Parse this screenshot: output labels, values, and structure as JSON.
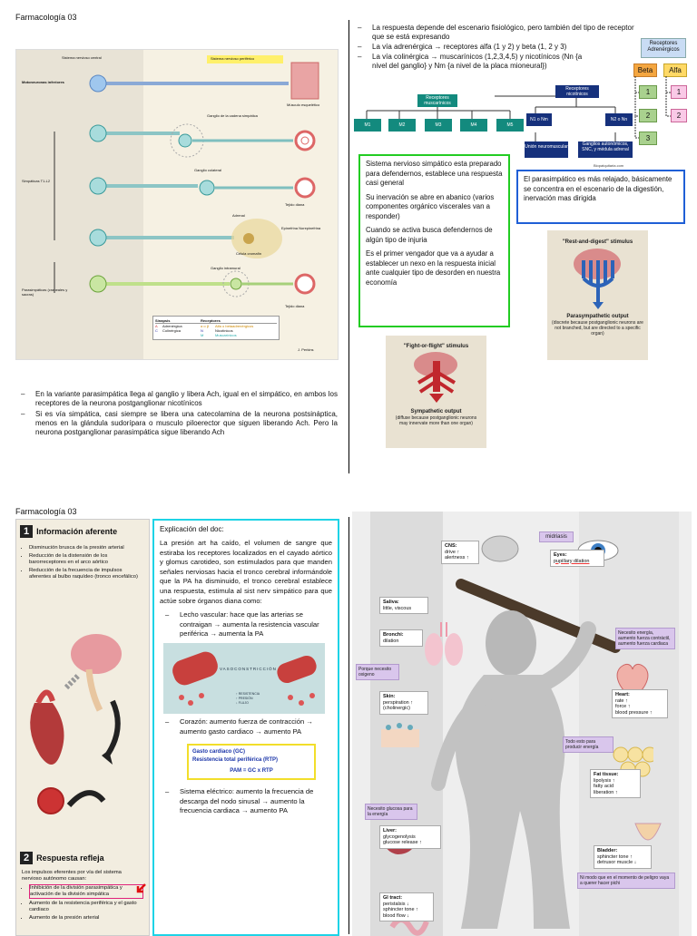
{
  "page1": {
    "header": "Farmacología 03",
    "figure": {
      "scn_label": "Sistema nervioso central",
      "snp_label": "Sistema nervioso periférico",
      "motoneuron_label": "Motoneuronas inferiores",
      "muscle_label": "Músculo esquelético",
      "sympathetic_label": "Simpáticas T1-L2",
      "chain_label": "Ganglio de la cadena simpática",
      "collateral_label": "Ganglio colateral",
      "adrenal_label": "Adrenal",
      "chromaffin_label": "Célula cromafín",
      "epi_label": "Epinefrina Norepinefrina",
      "target_label": "Tejido diana",
      "target_label2": "Tejido diana",
      "parasymp_label": "Parasimpáticas (craneales y sacras)",
      "intramural_label": "Ganglio intramural",
      "target_label3": "Tejido diana",
      "legend": {
        "col1": "Sinapsis",
        "col2": "Receptores",
        "rows": [
          {
            "k": "A",
            "syn": "Adrenérgica",
            "rk": "α o β",
            "rec": "Alfa o betaadrenérgicos"
          },
          {
            "k": "C",
            "syn": "Colinérgica",
            "rk": "N",
            "rec": "Nicotínicos"
          },
          {
            "k": "",
            "syn": "",
            "rk": "M",
            "rec": "Muscarínicos"
          }
        ]
      },
      "credit": "J. Perkins"
    },
    "bullets": [
      "En la variante parasimpática llega al ganglio y libera Ach, igual en el simpático, en ambos los receptores de la neurona postganglionar nicotínicos",
      "Si es vía simpática, casi siempre se libera una catecolamina de la neurona postsináptica, menos en la glándula sudorípara o musculo piloerector que siguen liberando Ach. Pero la neurona postganglionar parasimpática sigue liberando Ach"
    ],
    "right_bullets": [
      "La respuesta depende del escenario fisiológico, pero también del tipo de receptor que se está expresando",
      "La vía adrenérgica → receptores alfa (1 y 2) y beta (1, 2 y 3)",
      "La vía colinérgica → muscarínicos (1,2,3,4,5) y nicotínicos (Nn {a nivel del ganglio} y Nm {a nivel de la placa mioneural})"
    ],
    "receptors": {
      "title": "Receptores Adrenérgicos",
      "beta": "Beta",
      "alfa": "Alfa",
      "beta_items": [
        "1",
        "2",
        "3"
      ],
      "alfa_items": [
        "1",
        "2"
      ]
    },
    "cholinergic_tree": {
      "musc": "Receptores muscarínicos",
      "nic": "Receptores nicotínicos",
      "m": [
        "M1",
        "M2",
        "M3",
        "M4",
        "M5"
      ],
      "n1": "N1 o Nm",
      "n2": "N2 o Nn",
      "n1_sub": "Unión neuromuscular",
      "n2_sub": "Ganglios autonómicos, SNC, y médula adrenal",
      "credit": "Biopatquitaria.com"
    },
    "green_box": [
      "Sistema nervioso simpático esta preparado para defendernos, establece una respuesta casi general",
      "Su inervación se abre en abanico (varios componentes orgánico viscerales van a responder)",
      "Cuando se activa busca defendernos de algún tipo de injuria",
      "Es el primer vengador que va a ayudar a establecer un nexo en la respuesta inicial ante cualquier tipo de desorden en nuestra economía"
    ],
    "blue_box": "El parasimpático es más relajado, básicamente se concentra en el escenario de la digestión, inervación mas dirigida",
    "rest_digest": {
      "title": "\"Rest-and-digest\" stimulus",
      "output": "Parasympathetic output",
      "desc": "(discrete because postganglionic neurons are not branched, but are directed to a specific organ)"
    },
    "fight_flight": {
      "title": "\"Fight-or-flight\" stimulus",
      "output": "Sympathetic output",
      "desc": "(diffuse because postganglionic neurons may innervate more than one organ)"
    }
  },
  "page2": {
    "header": "Farmacología 03",
    "left": {
      "sec1_num": "1",
      "sec1_title": "Información aferente",
      "sec1_items": [
        "Disminución brusca de la presión arterial",
        "Reducción de la distensión de los barorreceptores en el arco aórtico",
        "Reducción de la frecuencia de impulsos aferentes al bulbo raquídeo (tronco encefálico)"
      ],
      "sec2_num": "2",
      "sec2_title": "Respuesta refleja",
      "sec2_intro": "Los impulsos eferentes por vía del sistema nervioso autónomo causan:",
      "sec2_items": [
        "Inhibición de la división parasimpática y activación de la división simpática",
        "Aumento de la resistencia periférica y el gasto cardiaco",
        "Aumento de la presión arterial"
      ]
    },
    "middle": {
      "title": "Explicación del doc:",
      "para": "La presión art ha caído, el volumen de sangre que estiraba los receptores localizados en el cayado aórtico y glomus carotideo, son estimulados para que manden señales nerviosas hacia el tronco cerebral informándole que la PA ha disminuido, el tronco cerebral establece una respuesta, estimula al sist nerv simpático para que actúe sobre órganos diana como:",
      "bullets": [
        "Lecho vascular: hace que las arterias se contraigan → aumenta la resistencia vascular periférica → aumenta la PA",
        "Corazón: aumento fuerza de contracción → aumento gasto cardiaco → aumento PA",
        "Sistema eléctrico: aumento la frecuencia de descarga del nodo sinusal → aumento la frecuencia cardiaca → aumento PA"
      ],
      "vaso_label": "VASOCONSTRICCIÓN",
      "vaso_legend": [
        "↑ RESISTENCIA",
        "↑ PRESIÓN",
        "↓ FLUJO"
      ],
      "formula": {
        "l1": "Gasto cardiaco (GC)",
        "l2": "Resistencia total periférica (RTP)",
        "l3": "PAM = GC x RTP"
      }
    },
    "right": {
      "mid": "midriasis",
      "cns": {
        "t": "CNS:",
        "l1": "drive ↑",
        "l2": "alertness ↑"
      },
      "eyes": {
        "t": "Eyes:",
        "l1": "pupillary dilation"
      },
      "saliva": {
        "t": "Saliva:",
        "l1": "little, viscous"
      },
      "bronchi": {
        "t": "Bronchi:",
        "l1": "dilation"
      },
      "porque": "Porque necesito oxigeno",
      "skin": {
        "t": "Skin:",
        "l1": "perspiration ↑",
        "l2": "(cholinergic)"
      },
      "necesito_energia": "Necesito energía, aumento fuerza contráctil, aumento fuerza cardiaca",
      "heart": {
        "t": "Heart:",
        "l1": "rate ↑",
        "l2": "force ↑",
        "l3": "blood pressure ↑"
      },
      "todo": "Todo esto para producir energía",
      "fat": {
        "t": "Fat tissue:",
        "l1": "lipolysis ↑",
        "l2": "fatty acid",
        "l3": "liberation ↑"
      },
      "glucosa": "Necesito glucosa para la energía",
      "liver": {
        "t": "Liver:",
        "l1": "glycogenolysis",
        "l2": "glucose release ↑"
      },
      "bladder": {
        "t": "Bladder:",
        "l1": "sphincter tone ↑",
        "l2": "detrusor muscle ↓"
      },
      "nimodo": "Ni modo que en el momento de peligro vaya a querer hacer pichi",
      "gi": {
        "t": "GI tract:",
        "l1": "peristalsis ↓",
        "l2": "sphincter tone ↑",
        "l3": "blood flow ↓"
      }
    }
  },
  "colors": {
    "teal": "#138a7e",
    "navy": "#16317c",
    "green_box": "#22cc22",
    "blue_box": "#1f5fd6",
    "cyan_border": "#1ed3e6",
    "beta_orange": "#f4a640",
    "alfa_yellow": "#ffd966",
    "beta_green": "#a9d18e",
    "alfa_pink": "#f9c9e6",
    "callout_purple": "#d9c6ec"
  }
}
